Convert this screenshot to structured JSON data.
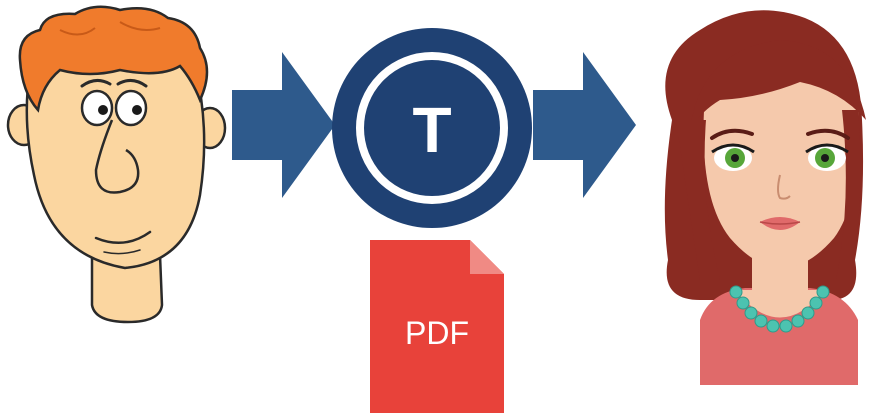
{
  "diagram": {
    "nodes": {
      "sender": {
        "kind": "cartoon-man"
      },
      "translator": {
        "kind": "circle-logo",
        "letter": "T",
        "color": "#1f4173"
      },
      "document": {
        "kind": "pdf-file-icon",
        "label": "PDF",
        "color": "#e8423a"
      },
      "receiver": {
        "kind": "cartoon-woman"
      }
    },
    "arrows": [
      {
        "from": "sender",
        "to": "translator"
      },
      {
        "from": "translator",
        "to": "receiver"
      }
    ],
    "colors": {
      "arrow": "#2e5a8c",
      "skin_man": "#fbd6a0",
      "hair_man": "#f07b2c",
      "hair_woman": "#8a2b22",
      "skin_woman": "#f5c9ac",
      "eyes_woman": "#57a63a",
      "necklace": "#4cc3b0",
      "top_woman": "#e06a6a"
    }
  }
}
